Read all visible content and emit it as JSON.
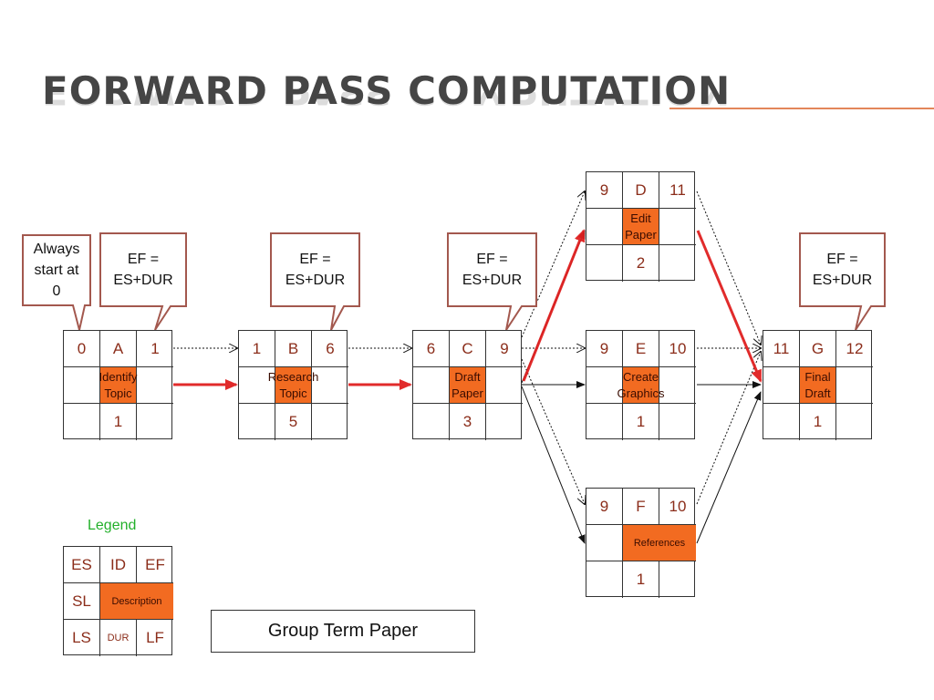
{
  "title": "FORWARD PASS COMPUTATION",
  "nodes": [
    {
      "es": "0",
      "id": "A",
      "ef": "1",
      "description": "Identify Topic",
      "dur": "1"
    },
    {
      "es": "1",
      "id": "B",
      "ef": "6",
      "description": "Research Topic",
      "dur": "5"
    },
    {
      "es": "6",
      "id": "C",
      "ef": "9",
      "description": "Draft Paper",
      "dur": "3"
    },
    {
      "es": "9",
      "id": "D",
      "ef": "11",
      "description": "Edit Paper",
      "dur": "2"
    },
    {
      "es": "9",
      "id": "E",
      "ef": "10",
      "description": "Create Graphics",
      "dur": "1"
    },
    {
      "es": "9",
      "id": "F",
      "ef": "10",
      "description": "References",
      "dur": "1"
    },
    {
      "es": "11",
      "id": "G",
      "ef": "12",
      "description": "Final Draft",
      "dur": "1"
    }
  ],
  "callouts": {
    "start": "Always start at 0",
    "ef_formula": "EF = ES+DUR"
  },
  "legend": {
    "title": "Legend",
    "es": "ES",
    "id": "ID",
    "ef": "EF",
    "sl": "SL",
    "description": "Description",
    "ls": "LS",
    "dur": "DUR",
    "lf": "LF"
  },
  "project_label": "Group Term Paper",
  "colors": {
    "title": "#454545",
    "accent_line": "#e3865a",
    "description_fill": "#f26b21",
    "value_text": "#8b2d1a",
    "critical_path": "#e02020",
    "callout_border": "#a3584e",
    "legend_title": "#22b02a"
  }
}
